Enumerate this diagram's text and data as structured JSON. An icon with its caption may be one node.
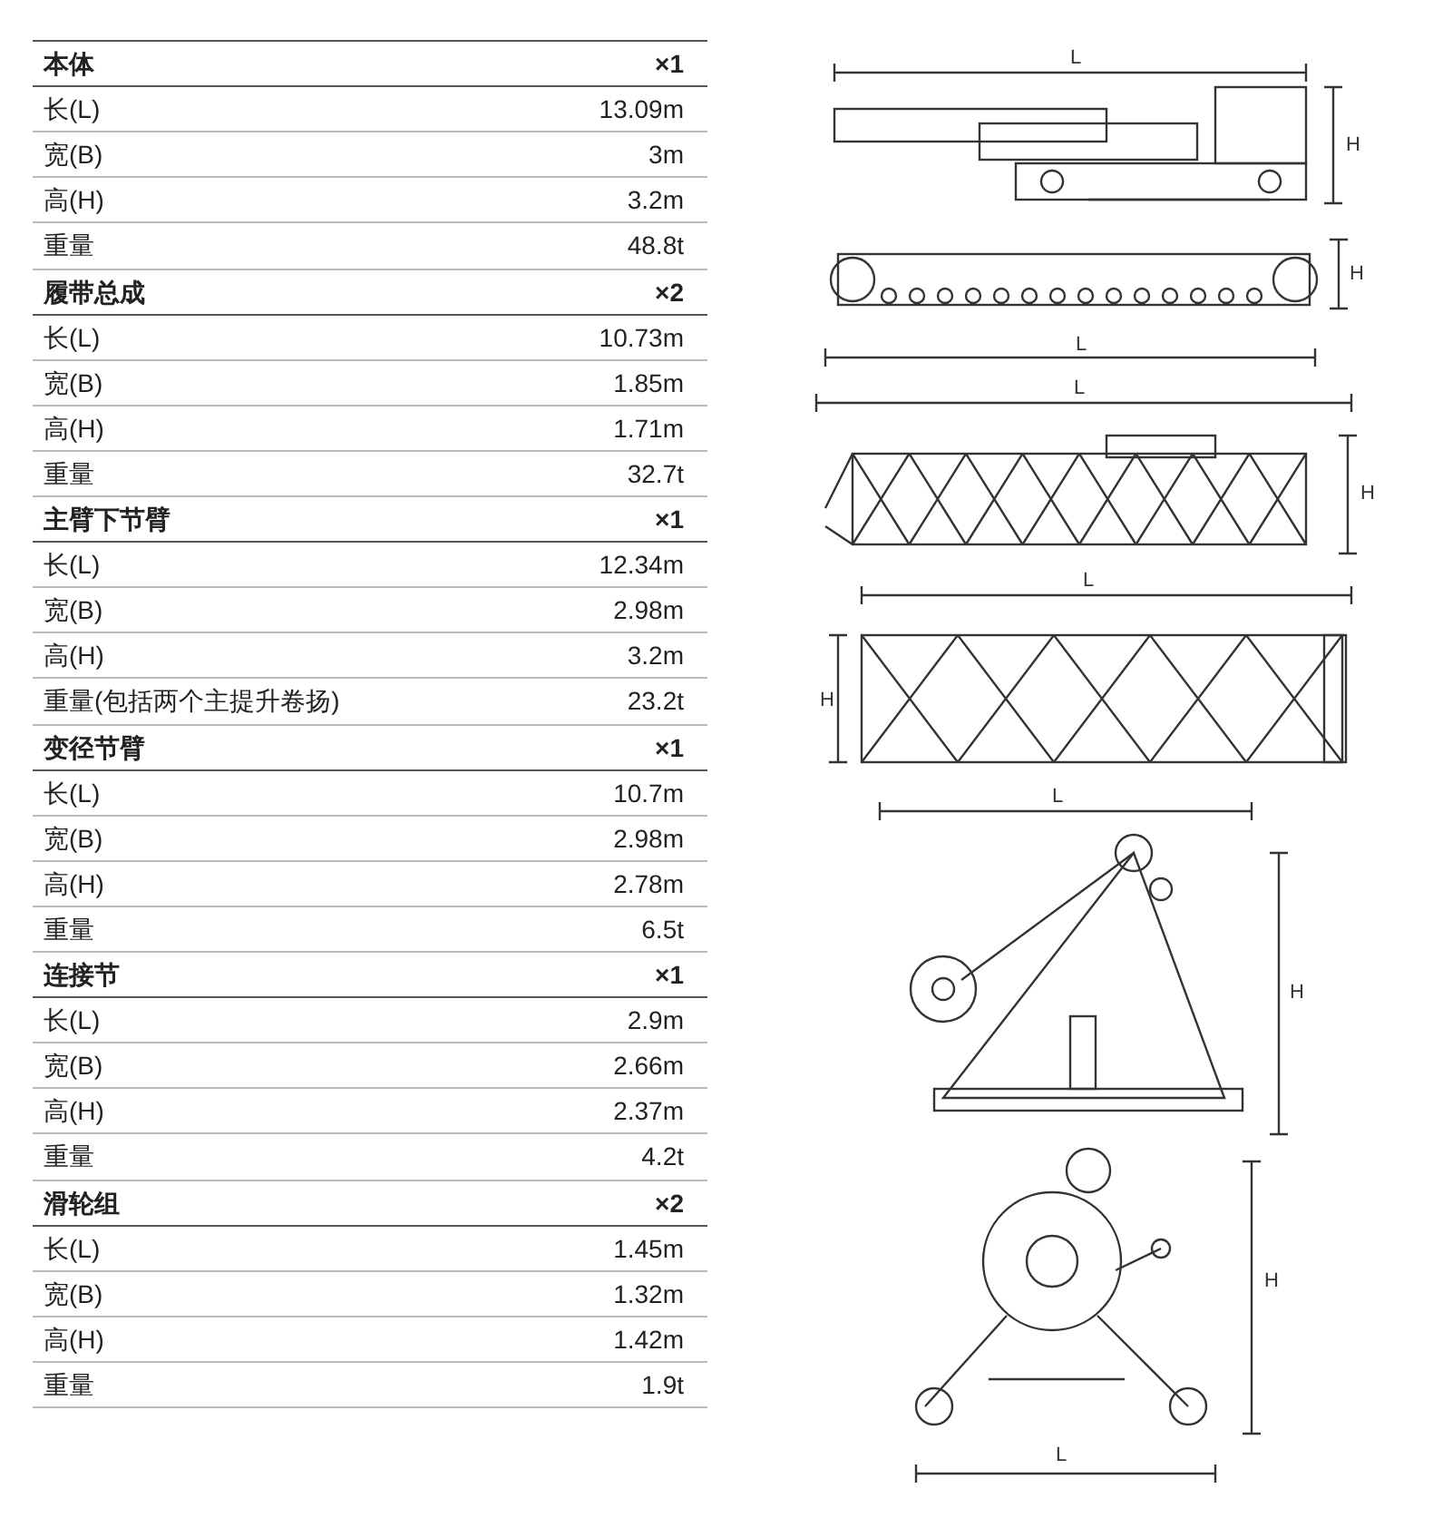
{
  "diagram": {
    "labels": [
      "本体",
      "×1",
      "长(L)",
      "13.09m",
      "宽(B)",
      "3m",
      "高(H)",
      "3.2m",
      "重量",
      "48.8t",
      "履带总成",
      "×2",
      "长(L)",
      "10.73m",
      "宽(B)",
      "1.85m",
      "高(H)",
      "1.71m",
      "重量",
      "32.7t",
      "主臂下节臂",
      "×1",
      "长(L)",
      "12.34m",
      "宽(B)",
      "2.98m",
      "高(H)",
      "3.2m",
      "重量(包括两个主提升卷扬)",
      "23.2t",
      "变径节臂",
      "×1",
      "长(L)",
      "10.7m",
      "宽(B)",
      "2.98m",
      "高(H)",
      "2.78m",
      "重量",
      "6.5t",
      "连接节",
      "×1",
      "长(L)",
      "2.9m",
      "宽(B)",
      "2.66m",
      "高(H)",
      "2.37m",
      "重量",
      "4.2t",
      "滑轮组",
      "×2",
      "长(L)",
      "1.45m",
      "宽(B)",
      "1.32m",
      "高(H)",
      "1.42m",
      "重量",
      "1.9t",
      "L",
      "H",
      "H",
      "L",
      "L",
      "H",
      "L",
      "H",
      "L",
      "H",
      "H",
      "L"
    ]
  }
}
